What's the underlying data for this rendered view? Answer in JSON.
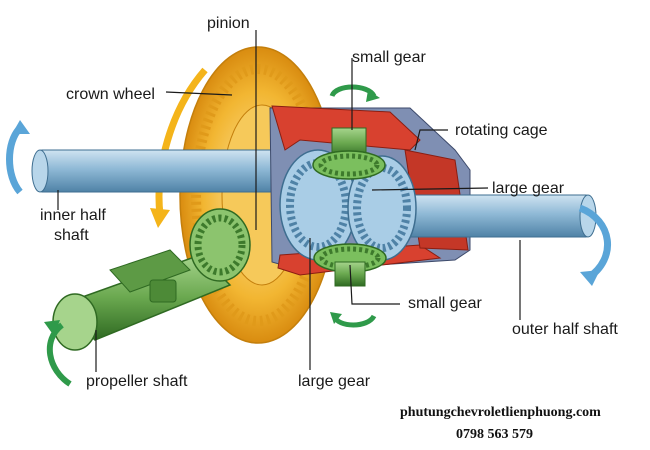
{
  "labels": {
    "pinion": "pinion",
    "small_gear_top": "small gear",
    "crown_wheel": "crown wheel",
    "rotating_cage": "rotating cage",
    "large_gear_right": "large gear",
    "inner_half_shaft_line1": "inner half",
    "inner_half_shaft_line2": "shaft",
    "small_gear_bottom": "small gear",
    "outer_half_shaft": "outer  half shaft",
    "propeller_shaft": "propeller shaft",
    "large_gear_bottom": "large gear"
  },
  "watermark": {
    "site": "phutungchevroletlienphuong.com",
    "phone": "0798 563 579"
  },
  "colors": {
    "crown_wheel": "#f2b632",
    "crown_teeth": "#e09a1a",
    "shaft_blue": "#8fb9d6",
    "shaft_dark": "#4f82a6",
    "pinion_green": "#6aa84f",
    "green_dark": "#3d7a2c",
    "cage_red": "#d8412f",
    "cage_side": "#7f8fb3",
    "arrow_blue": "#5aa5d8",
    "arrow_green": "#2f9a4a"
  }
}
